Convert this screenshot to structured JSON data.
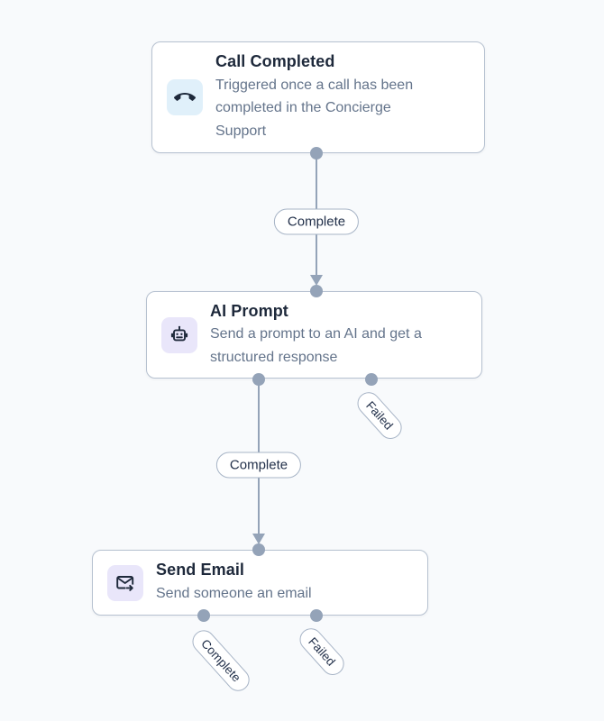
{
  "canvas": {
    "background": "#f8fafc"
  },
  "colors": {
    "card_background": "#ffffff",
    "card_border": "#b6c1d0",
    "title_text": "#1e293b",
    "description_text": "#64748b",
    "edge": "#94a3b8",
    "pill_border": "#a7b4c6",
    "pill_text": "#22304a",
    "icon_glyph": "#1e293b",
    "phone_icon_background": "#e0f0fa",
    "robot_icon_background": "#e9e6fa",
    "mail_icon_background": "#e9e6fa"
  },
  "nodes": [
    {
      "id": "call-completed",
      "title": "Call Completed",
      "description": "Triggered once a call has been completed in the Concierge Support",
      "icon": "phone-hangup-icon"
    },
    {
      "id": "ai-prompt",
      "title": "AI Prompt",
      "description": "Send a prompt to an AI and get a structured response",
      "icon": "robot-icon"
    },
    {
      "id": "send-email",
      "title": "Send Email",
      "description": "Send someone an email",
      "icon": "mail-send-icon"
    }
  ],
  "edges": [
    {
      "from": "call-completed",
      "to": "ai-prompt",
      "label": "Complete"
    },
    {
      "from": "ai-prompt",
      "to": "send-email",
      "label": "Complete"
    }
  ],
  "stubs": [
    {
      "node": "ai-prompt",
      "handle": "bottom-right",
      "label": "Failed"
    },
    {
      "node": "send-email",
      "handle": "bottom-left",
      "label": "Complete"
    },
    {
      "node": "send-email",
      "handle": "bottom-right",
      "label": "Failed"
    }
  ]
}
